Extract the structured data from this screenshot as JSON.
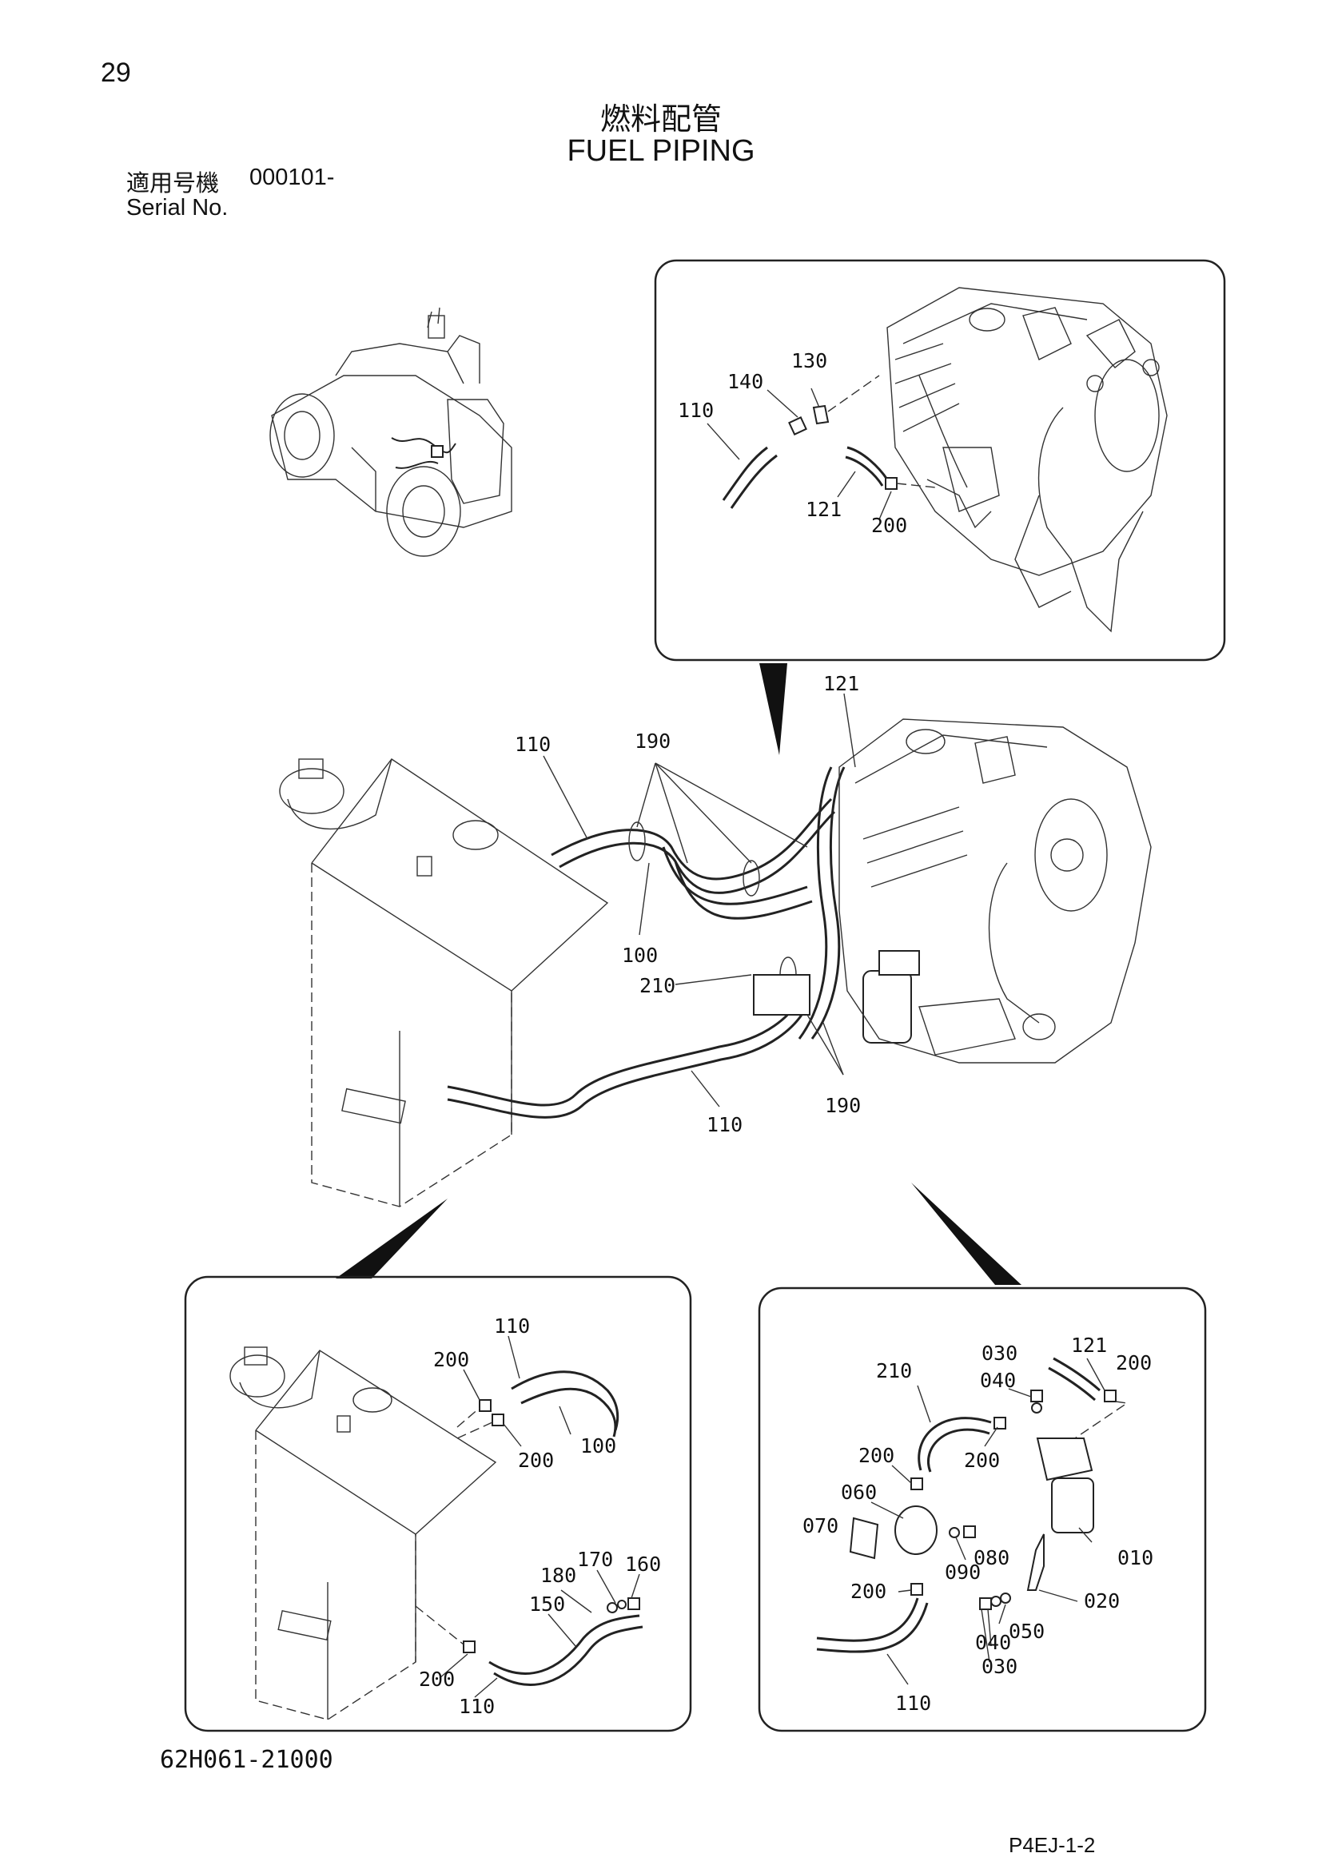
{
  "header": {
    "page_number": "29",
    "title_jp": "燃料配管",
    "title_en": "FUEL PIPING",
    "serial_label_jp": "適用号機",
    "serial_value": "000101-",
    "serial_label_en": "Serial No."
  },
  "footer": {
    "drawing_code": "62H061-21000",
    "page_ref": "P4EJ-1-2"
  },
  "callouts": {
    "top_inset": [
      "130",
      "140",
      "110",
      "121",
      "200"
    ],
    "main": [
      "121",
      "110",
      "190",
      "100",
      "210",
      "190",
      "110"
    ],
    "bottom_left_inset": [
      "110",
      "200",
      "200",
      "100",
      "170",
      "180",
      "160",
      "150",
      "200",
      "110"
    ],
    "bottom_right_inset": [
      "121",
      "200",
      "030",
      "040",
      "210",
      "200",
      "200",
      "060",
      "070",
      "080",
      "090",
      "010",
      "020",
      "200",
      "050",
      "040",
      "030",
      "110"
    ]
  },
  "colors": {
    "line": "#222222",
    "background": "#ffffff"
  }
}
